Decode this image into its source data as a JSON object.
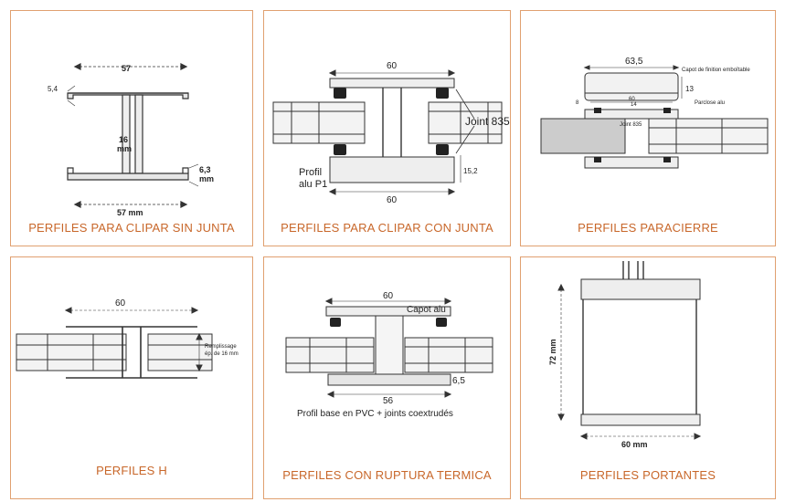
{
  "cards": [
    {
      "caption": "PERFILES PARA CLIPAR SIN JUNTA",
      "labels": {
        "top_width": "57",
        "left_thick": "5,4",
        "center_gap": "16",
        "center_unit": "mm",
        "right_thick": "6,3",
        "right_unit": "mm",
        "bottom_width": "57 mm"
      }
    },
    {
      "caption": "PERFILES PARA CLIPAR CON JUNTA",
      "labels": {
        "top_width": "60",
        "joint": "Joint 835",
        "height": "15,2",
        "profil_line1": "Profil",
        "profil_line2": "alu P1",
        "bottom_width": "60"
      }
    },
    {
      "caption": "PERFILES PARACIERRE",
      "labels": {
        "top_width": "63,5",
        "capot": "Capot de finition emboîtable",
        "height": "13",
        "inner_width": "60",
        "inner_small": "14",
        "parclose": "Parclose alu",
        "left_small": "8",
        "joint": "Joint 835"
      }
    },
    {
      "caption": "PERFILES H",
      "labels": {
        "top_width": "60",
        "fill_line1": "Remplissage",
        "fill_line2": "ép. de 16 mm"
      }
    },
    {
      "caption": "PERFILES CON RUPTURA TERMICA",
      "labels": {
        "top_width": "60",
        "capot": "Capot alu",
        "bottom_width": "56",
        "height": "6,5",
        "base_note": "Profil base en PVC + joints coextrudés"
      }
    },
    {
      "caption": "PERFILES PORTANTES",
      "labels": {
        "height": "72 mm",
        "width": "60 mm"
      }
    }
  ],
  "colors": {
    "border": "#e0a070",
    "caption": "#c8672a",
    "line": "#333333"
  }
}
